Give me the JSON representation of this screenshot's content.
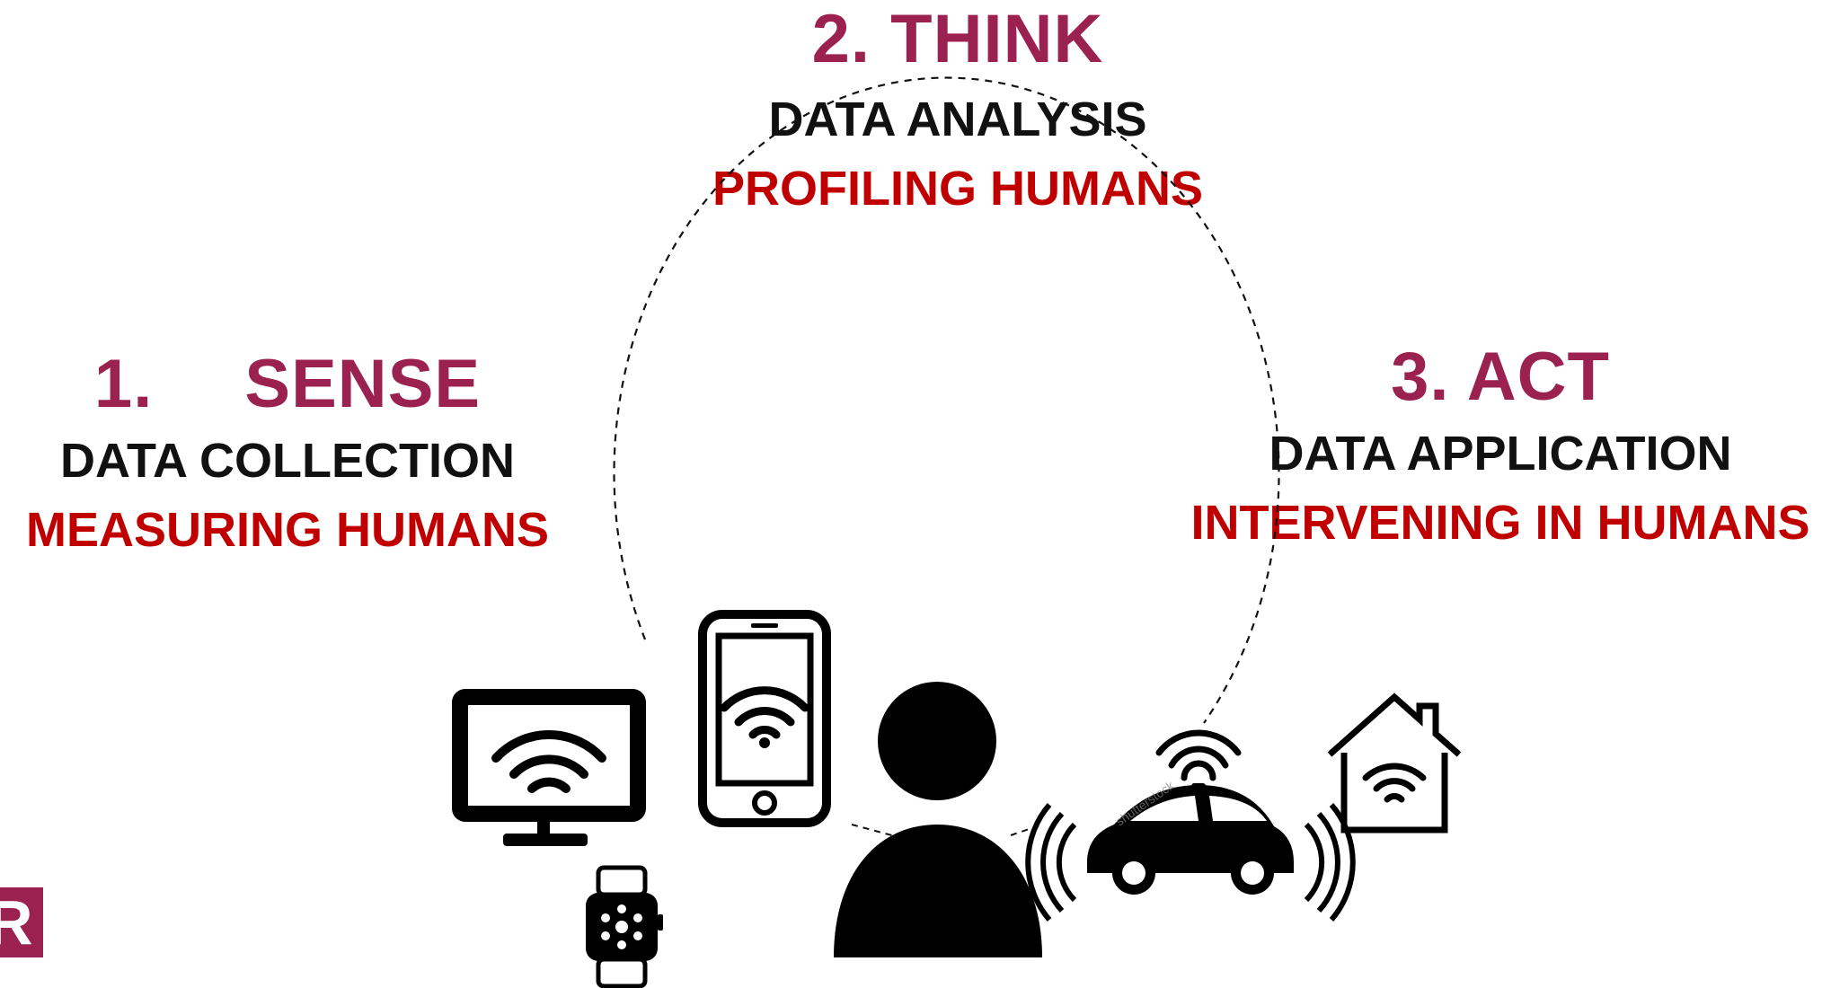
{
  "steps": {
    "sense": {
      "title": "1.   SENSE",
      "subtitle": "DATA COLLECTION",
      "highlight": "MEASURING HUMANS"
    },
    "think": {
      "title": "2. THINK",
      "subtitle": "DATA ANALYSIS",
      "highlight": "PROFILING HUMANS"
    },
    "act": {
      "title": "3. ACT",
      "subtitle": "DATA APPLICATION",
      "highlight": "INTERVENING IN HUMANS"
    }
  },
  "watermark": "shutterstock",
  "logo": "R",
  "colors": {
    "step_title": "#9b2150",
    "highlight": "#c00000",
    "text": "#111111",
    "icon": "#000000"
  },
  "icons": [
    "tv-wifi-icon",
    "smartphone-wifi-icon",
    "smartwatch-icon",
    "person-icon",
    "self-driving-car-icon",
    "smart-home-icon"
  ]
}
